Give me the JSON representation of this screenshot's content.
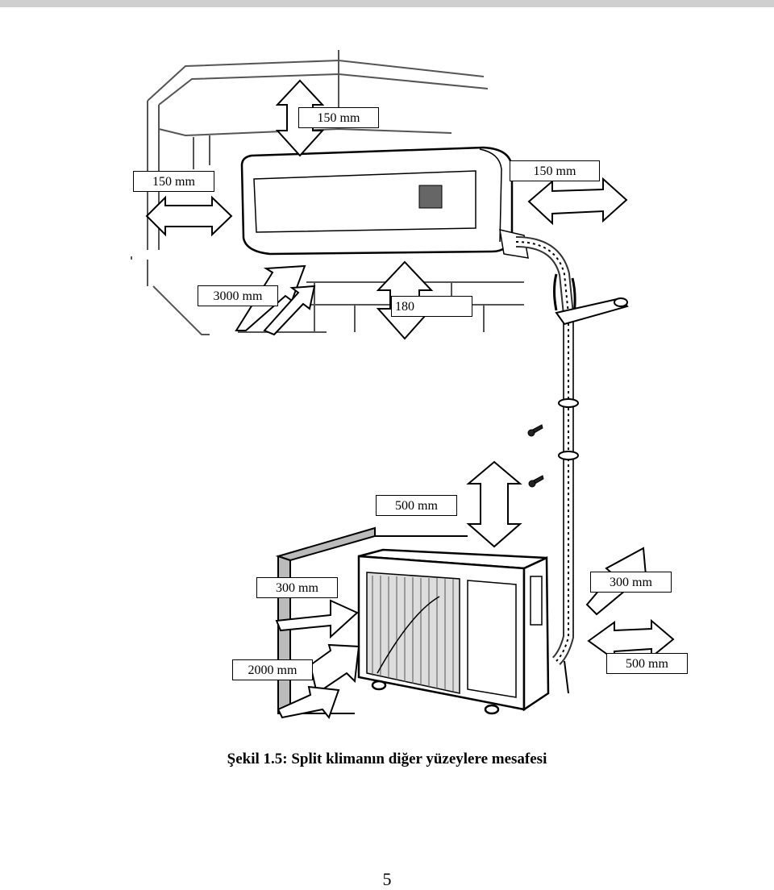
{
  "labels": {
    "top_clearance": "150 mm",
    "left_clearance": "150 mm",
    "right_clearance": "150 mm",
    "front_distance": "3000 mm",
    "floor_height": "180",
    "outdoor_top": "500 mm",
    "outdoor_left": "300 mm",
    "outdoor_right": "300 mm",
    "outdoor_back": "2000 mm",
    "outdoor_front": "500 mm"
  },
  "caption": "Şekil 1.5: Split klimanın diğer yüzeylere mesafesi",
  "page_number": "5"
}
